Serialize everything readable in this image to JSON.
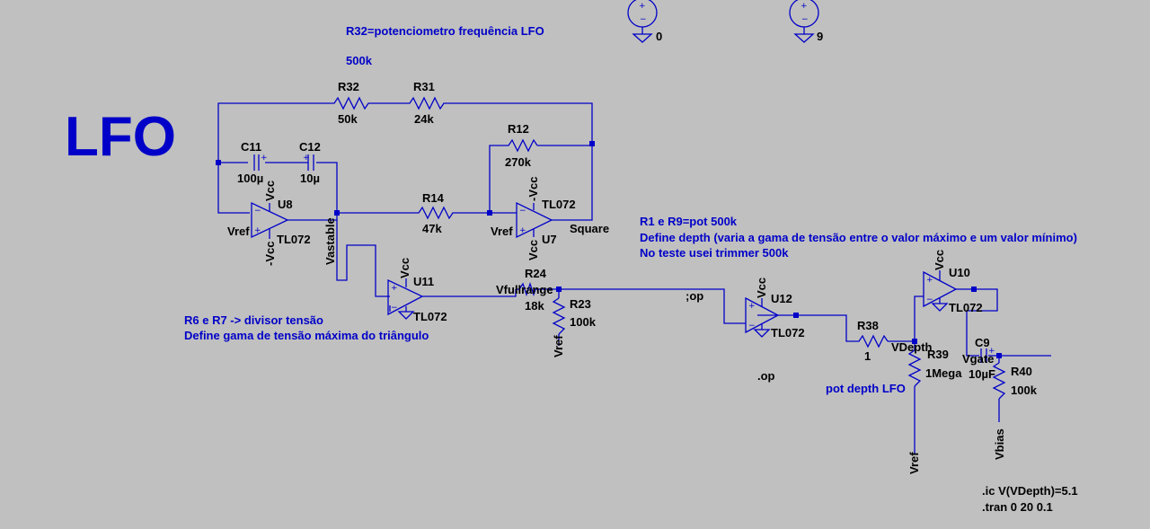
{
  "title": "LFO",
  "notes": {
    "r32_1": "R32=potenciometro frequência LFO",
    "r32_2": "500k",
    "r6r7_1": "R6 e R7 -> divisor tensão",
    "r6r7_2": "Define gama de tensão máxima do triângulo",
    "r1r9_1": "R1 e R9=pot 500k",
    "r1r9_2": "Define depth (varia a gama de tensão entre o valor máximo e um valor mínimo)",
    "r1r9_3": "No teste usei trimmer 500k",
    "potdepth": "pot depth LFO"
  },
  "directives": {
    "ic": ".ic V(VDepth)=5.1",
    "tran": ".tran 0 20 0.1",
    "op1": ";op",
    "op2": ".op"
  },
  "sources": {
    "v1_node": "0",
    "v2_node": "9"
  },
  "resistors": {
    "R32": {
      "name": "R32",
      "value": "50k"
    },
    "R31": {
      "name": "R31",
      "value": "24k"
    },
    "R12": {
      "name": "R12",
      "value": "270k"
    },
    "R14": {
      "name": "R14",
      "value": "47k"
    },
    "R24": {
      "name": "R24",
      "value": "18k"
    },
    "R23": {
      "name": "R23",
      "value": "100k"
    },
    "R38": {
      "name": "R38",
      "value": "1"
    },
    "R39": {
      "name": "R39",
      "value": "1Mega"
    },
    "R40": {
      "name": "R40",
      "value": "100k"
    }
  },
  "capacitors": {
    "C11": {
      "name": "C11",
      "value": "100µ"
    },
    "C12": {
      "name": "C12",
      "value": "10µ"
    },
    "C9": {
      "name": "C9",
      "value": "10µF"
    }
  },
  "opamps": {
    "U8": {
      "name": "U8",
      "model": "TL072"
    },
    "U7": {
      "name": "U7",
      "model": "TL072"
    },
    "U11": {
      "name": "U11",
      "model": "TL072"
    },
    "U12": {
      "name": "U12",
      "model": "TL072"
    },
    "U10": {
      "name": "U10",
      "model": "TL072"
    }
  },
  "nets": {
    "vcc": "Vcc",
    "nvcc": "-Vcc",
    "vref": "Vref",
    "vastable": "Vastable",
    "square": "Square",
    "vfullrange": "Vfullrange",
    "vdepth": "VDepth",
    "vgate": "Vgate",
    "vbias": "Vbias"
  }
}
